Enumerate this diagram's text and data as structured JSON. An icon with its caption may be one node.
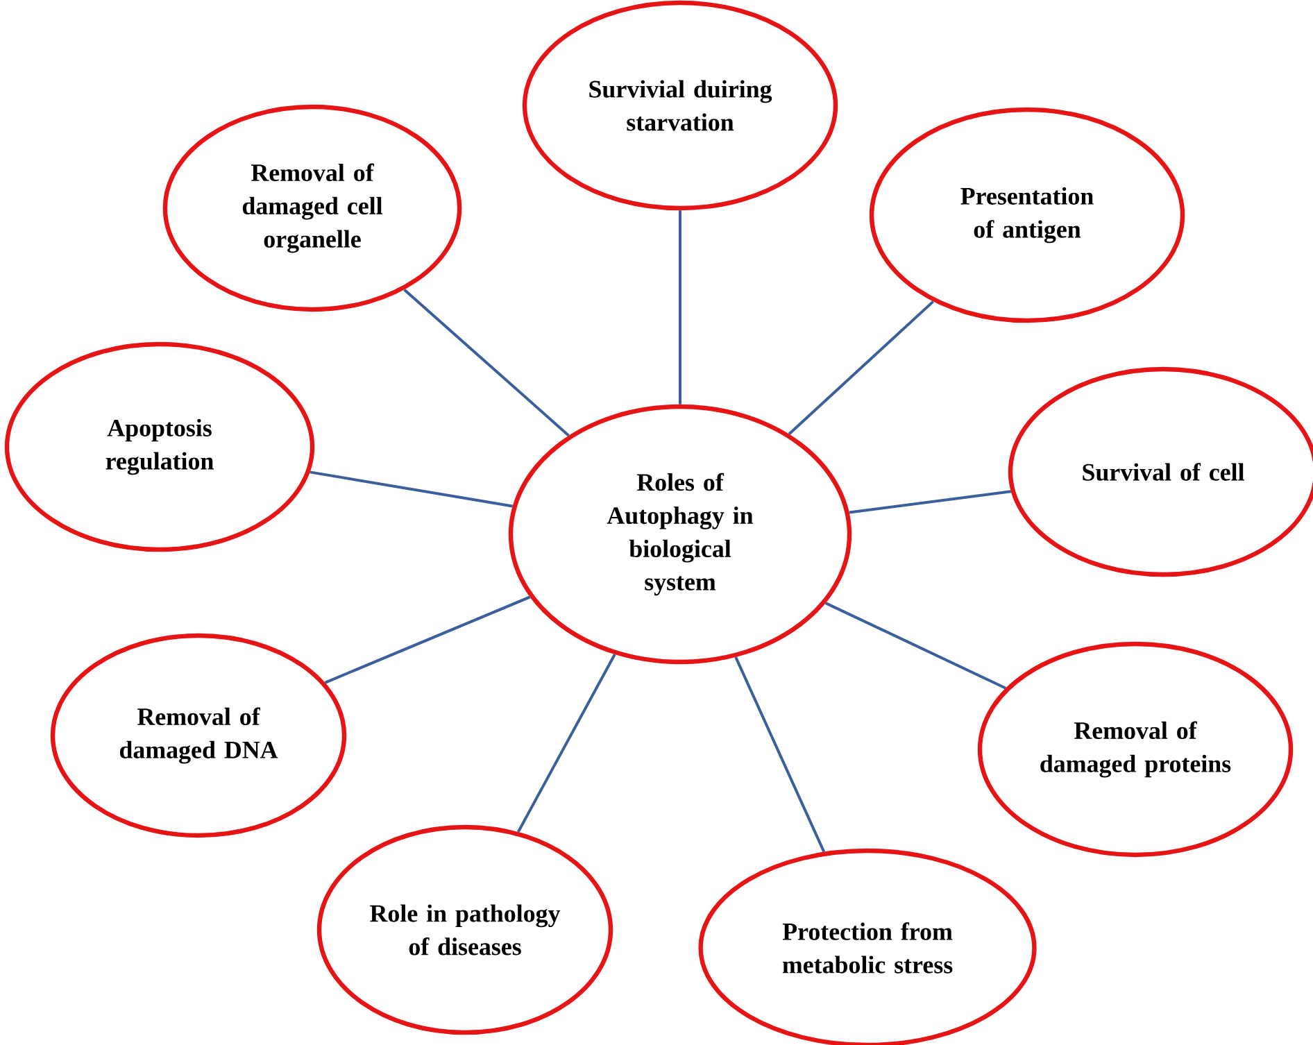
{
  "diagram": {
    "nodes": [
      {
        "text": [
          "Roles of Autophagy in biological system"
        ]
      },
      {
        "text": [
          "Survivial duiring starvation"
        ]
      },
      {
        "text": [
          "Removal of damaged cell organelle"
        ]
      },
      {
        "text": [
          "Presentation of antigen"
        ]
      },
      {
        "text": [
          "Apoptosis regulation"
        ]
      },
      {
        "text": [
          "Survival of cell"
        ]
      },
      {
        "text": [
          "Removal of damaged DNA"
        ]
      },
      {
        "text": [
          "Removal of damaged proteins"
        ]
      },
      {
        "text": [
          "Role in pathology of diseases"
        ]
      },
      {
        "text": [
          "Protection from metabolic stress"
        ]
      }
    ],
    "edges": [
      {
        "from": 0,
        "to": 1,
        "arrow": "none"
      },
      {
        "from": 0,
        "to": 2,
        "arrow": "none"
      },
      {
        "from": 0,
        "to": 3,
        "arrow": "none"
      },
      {
        "from": 0,
        "to": 4,
        "arrow": "none"
      },
      {
        "from": 0,
        "to": 5,
        "arrow": "none"
      },
      {
        "from": 0,
        "to": 6,
        "arrow": "none"
      },
      {
        "from": 0,
        "to": 7,
        "arrow": "none"
      },
      {
        "from": 0,
        "to": 8,
        "arrow": "none"
      },
      {
        "from": 0,
        "to": 9,
        "arrow": "none"
      }
    ]
  }
}
